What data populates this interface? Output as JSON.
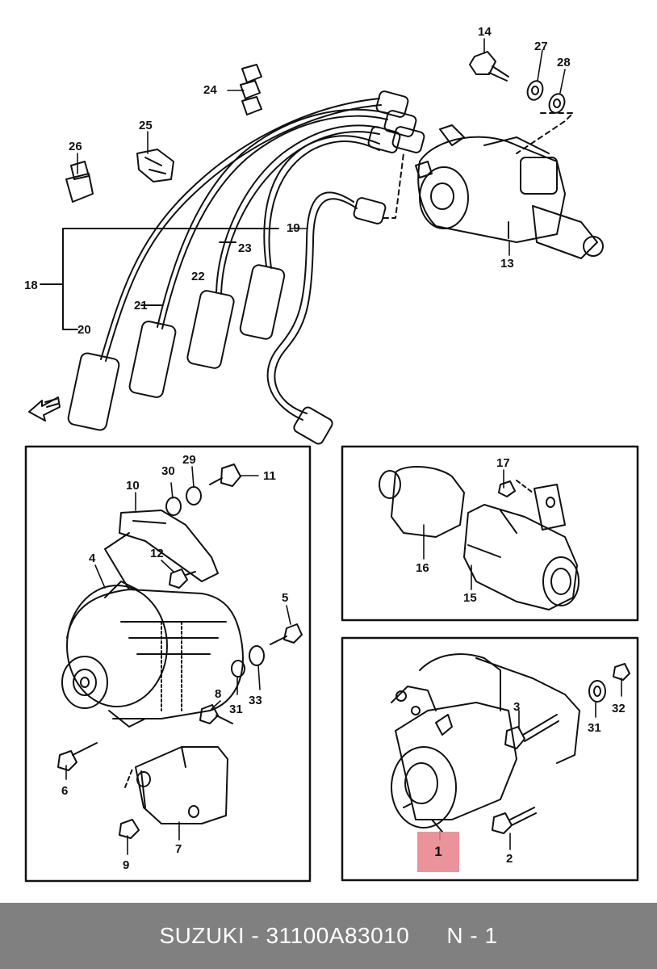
{
  "callouts": {
    "c1": "1",
    "c2": "2",
    "c3": "3",
    "c4": "4",
    "c5": "5",
    "c6": "6",
    "c7": "7",
    "c8": "8",
    "c9": "9",
    "c10": "10",
    "c11": "11",
    "c12": "12",
    "c13": "13",
    "c14": "14",
    "c15": "15",
    "c16": "16",
    "c17": "17",
    "c18": "18",
    "c19": "19",
    "c20": "20",
    "c21": "21",
    "c22": "22",
    "c23": "23",
    "c24": "24",
    "c25": "25",
    "c26": "26",
    "c27": "27",
    "c28": "28",
    "c29": "29",
    "c30": "30",
    "c31a": "31",
    "c31b": "31",
    "c32": "32",
    "c33": "33"
  },
  "footer": {
    "part_text": "SUZUKI - 31100A83010",
    "ref_text": "N - 1"
  },
  "colors": {
    "footer_bg": "#808080",
    "highlight": "#e8808a",
    "line": "#111111"
  },
  "icons": [
    "front-arrow-icon"
  ]
}
